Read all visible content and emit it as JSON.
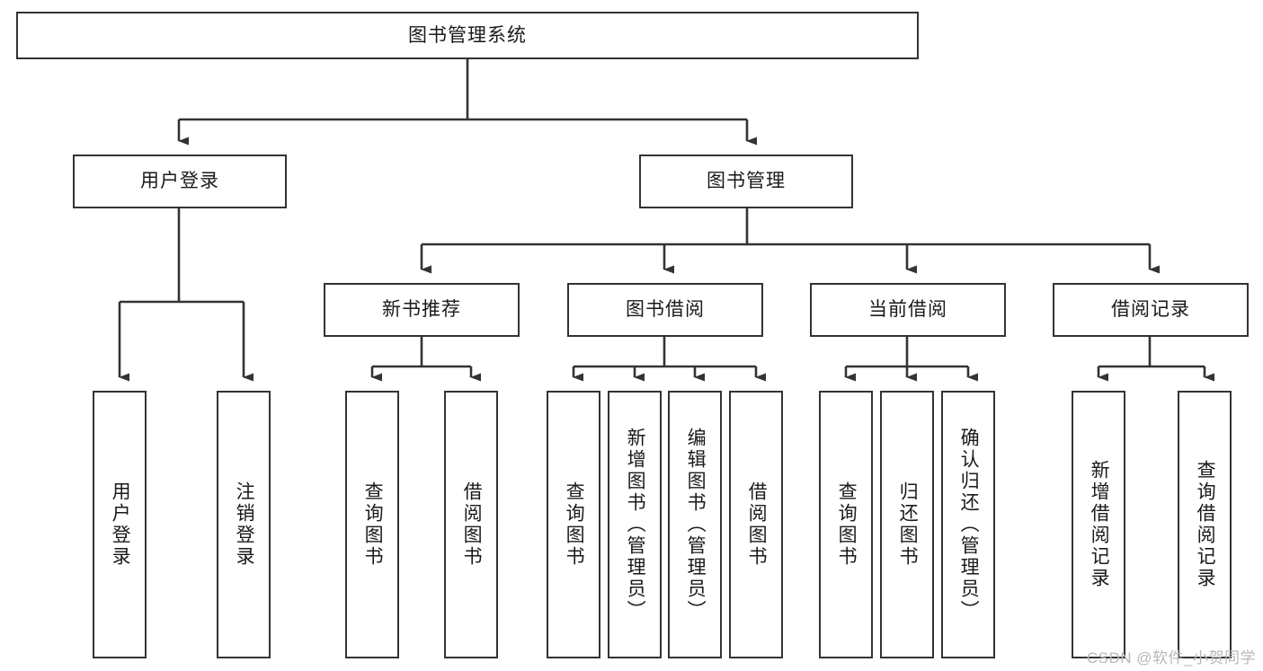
{
  "diagram": {
    "title": "图书管理系统",
    "type": "tree-hierarchy",
    "watermark": "CSDN @软件_小贺同学",
    "colors": {
      "box_border": "#333333",
      "box_fill": "#ffffff",
      "connector": "#333333",
      "text": "#1a1a1a",
      "watermark": "#b8b8b8",
      "background": "#ffffff"
    },
    "root": {
      "label": "图书管理系统"
    },
    "level1": [
      {
        "id": "user-login",
        "label": "用户登录"
      },
      {
        "id": "book-manage",
        "label": "图书管理"
      }
    ],
    "level2": [
      {
        "id": "new-book-recommend",
        "label": "新书推荐",
        "parent": "book-manage"
      },
      {
        "id": "book-borrow",
        "label": "图书借阅",
        "parent": "book-manage"
      },
      {
        "id": "current-borrow",
        "label": "当前借阅",
        "parent": "book-manage"
      },
      {
        "id": "borrow-record",
        "label": "借阅记录",
        "parent": "book-manage"
      }
    ],
    "leaves": [
      {
        "id": "leaf-user-login",
        "label": "用户登录",
        "parent": "user-login"
      },
      {
        "id": "leaf-logout-login",
        "label": "注销登录",
        "parent": "user-login"
      },
      {
        "id": "leaf-query-book-1",
        "label": "查询图书",
        "parent": "new-book-recommend"
      },
      {
        "id": "leaf-borrow-book-1",
        "label": "借阅图书",
        "parent": "new-book-recommend"
      },
      {
        "id": "leaf-query-book-2",
        "label": "查询图书",
        "parent": "book-borrow"
      },
      {
        "id": "leaf-add-book",
        "label": "新增图书（管理员）",
        "parent": "book-borrow"
      },
      {
        "id": "leaf-edit-book",
        "label": "编辑图书（管理员）",
        "parent": "book-borrow"
      },
      {
        "id": "leaf-borrow-book-2",
        "label": "借阅图书",
        "parent": "book-borrow"
      },
      {
        "id": "leaf-query-book-3",
        "label": "查询图书",
        "parent": "current-borrow"
      },
      {
        "id": "leaf-return-book",
        "label": "归还图书",
        "parent": "current-borrow"
      },
      {
        "id": "leaf-confirm-return",
        "label": "确认归还（管理员）",
        "parent": "current-borrow"
      },
      {
        "id": "leaf-add-record",
        "label": "新增借阅记录",
        "parent": "borrow-record"
      },
      {
        "id": "leaf-query-record",
        "label": "查询借阅记录",
        "parent": "borrow-record"
      }
    ]
  }
}
